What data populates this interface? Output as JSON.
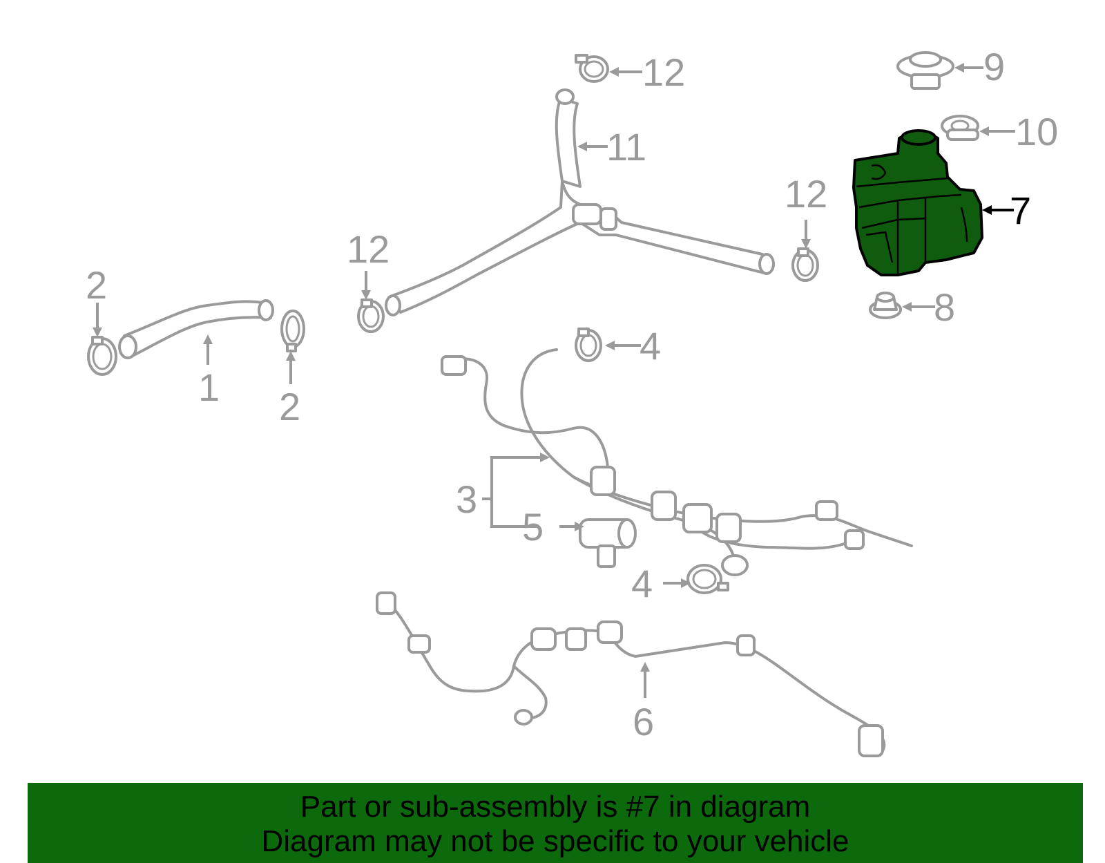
{
  "colors": {
    "line_art": "#9a9a9a",
    "highlight_fill": "#0f5c0f",
    "banner_background": "#0c6a0c",
    "text": "#000000"
  },
  "callouts": [
    {
      "id": "1",
      "label": "1"
    },
    {
      "id": "2a",
      "label": "2"
    },
    {
      "id": "2b",
      "label": "2"
    },
    {
      "id": "3",
      "label": "3"
    },
    {
      "id": "4a",
      "label": "4"
    },
    {
      "id": "4b",
      "label": "4"
    },
    {
      "id": "5",
      "label": "5"
    },
    {
      "id": "6",
      "label": "6"
    },
    {
      "id": "7",
      "label": "7",
      "highlighted": true
    },
    {
      "id": "8",
      "label": "8"
    },
    {
      "id": "9",
      "label": "9"
    },
    {
      "id": "10",
      "label": "10"
    },
    {
      "id": "11",
      "label": "11"
    },
    {
      "id": "12a",
      "label": "12"
    },
    {
      "id": "12b",
      "label": "12"
    },
    {
      "id": "12c",
      "label": "12"
    }
  ],
  "banner": {
    "line1": "Part or sub-assembly is #7 in diagram",
    "line2": "Diagram may not be specific to your vehicle"
  }
}
